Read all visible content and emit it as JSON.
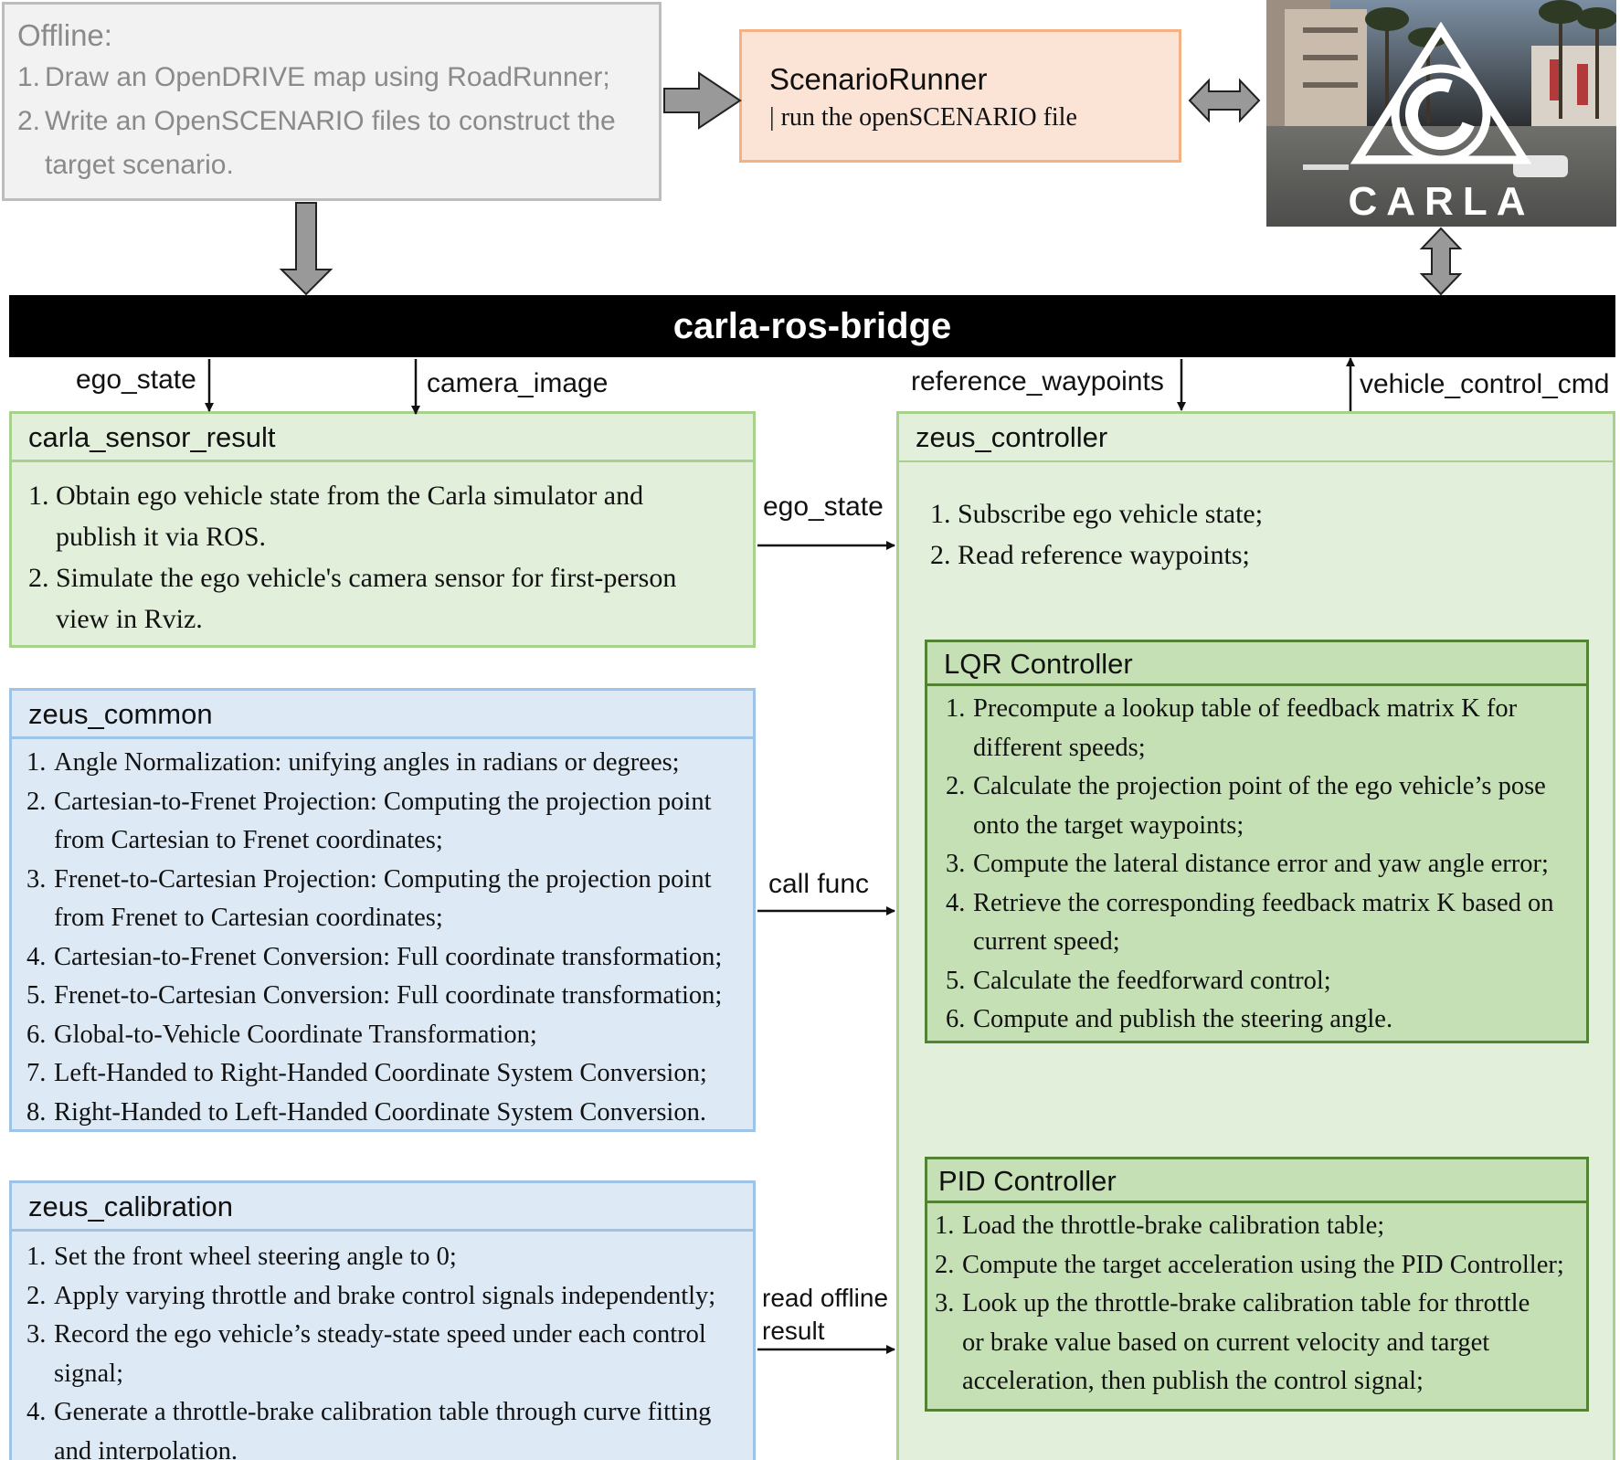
{
  "offline": {
    "title": "Offline:",
    "items": [
      {
        "num": "1.",
        "lines": [
          "Draw an OpenDRIVE map using RoadRunner;"
        ]
      },
      {
        "num": "2.",
        "lines": [
          "Write an OpenSCENARIO files to construct  the",
          "target scenario."
        ]
      }
    ]
  },
  "scenario_runner": {
    "title": "ScenarioRunner",
    "subtitle": "| run the openSCENARIO file"
  },
  "carla": {
    "logo_text": "CARLA"
  },
  "bridge": {
    "label": "carla-ros-bridge"
  },
  "topics": {
    "ego_state_top": "ego_state",
    "camera_image": "camera_image",
    "reference_waypoints": "reference_waypoints",
    "vehicle_control_cmd": "vehicle_control_cmd",
    "ego_state_mid": "ego_state",
    "call_func": "call func",
    "read_offline_result_1": "read offline",
    "read_offline_result_2": "result"
  },
  "sensor": {
    "title": "carla_sensor_result",
    "items": [
      {
        "num": "1.",
        "lines": [
          "Obtain ego vehicle state from the Carla simulator and",
          "publish it via ROS."
        ]
      },
      {
        "num": "2.",
        "lines": [
          "Simulate the ego vehicle's camera sensor for first-person",
          "view in Rviz."
        ]
      }
    ]
  },
  "common": {
    "title": "zeus_common",
    "items": [
      {
        "num": "1.",
        "lines": [
          "Angle Normalization: unifying angles in radians or degrees;"
        ]
      },
      {
        "num": "2.",
        "lines": [
          "Cartesian-to-Frenet Projection: Computing the projection point",
          "from Cartesian to Frenet coordinates;"
        ]
      },
      {
        "num": "3.",
        "lines": [
          "Frenet-to-Cartesian Projection: Computing the projection point",
          "from Frenet to Cartesian coordinates;"
        ]
      },
      {
        "num": "4.",
        "lines": [
          "Cartesian-to-Frenet Conversion: Full coordinate transformation;"
        ]
      },
      {
        "num": "5.",
        "lines": [
          "Frenet-to-Cartesian Conversion: Full coordinate transformation;"
        ]
      },
      {
        "num": "6.",
        "lines": [
          "Global-to-Vehicle Coordinate Transformation;"
        ]
      },
      {
        "num": "7.",
        "lines": [
          "Left-Handed to Right-Handed Coordinate System Conversion;"
        ]
      },
      {
        "num": "8.",
        "lines": [
          "Right-Handed to Left-Handed Coordinate System Conversion."
        ]
      }
    ]
  },
  "calibration": {
    "title": "zeus_calibration",
    "items": [
      {
        "num": "1.",
        "lines": [
          "Set the front wheel steering angle to 0;"
        ]
      },
      {
        "num": "2.",
        "lines": [
          "Apply varying throttle and brake control signals independently;"
        ]
      },
      {
        "num": "3.",
        "lines": [
          "Record the ego vehicle’s steady-state speed under each control",
          "signal;"
        ]
      },
      {
        "num": "4.",
        "lines": [
          "Generate a throttle-brake calibration table through curve fitting",
          "and interpolation."
        ]
      }
    ]
  },
  "controller": {
    "title": "zeus_controller",
    "items": [
      {
        "num": "1.",
        "lines": [
          "Subscribe ego vehicle state;"
        ]
      },
      {
        "num": "2.",
        "lines": [
          "Read reference waypoints;"
        ]
      }
    ]
  },
  "lqr": {
    "title": "LQR Controller",
    "items": [
      {
        "num": "1.",
        "lines": [
          "Precompute a lookup table of feedback matrix K for",
          "different speeds;"
        ]
      },
      {
        "num": "2.",
        "lines": [
          "Calculate the projection point of the ego vehicle’s pose",
          "onto the target waypoints;"
        ]
      },
      {
        "num": "3.",
        "lines": [
          "Compute the lateral distance error and yaw angle error;"
        ]
      },
      {
        "num": "4.",
        "lines": [
          "Retrieve the corresponding feedback matrix K based on",
          "current speed;"
        ]
      },
      {
        "num": "5.",
        "lines": [
          "Calculate the feedforward control;"
        ]
      },
      {
        "num": "6.",
        "lines": [
          "Compute and publish the steering angle."
        ]
      }
    ]
  },
  "pid": {
    "title": "PID Controller",
    "items": [
      {
        "num": "1.",
        "lines": [
          "Load the throttle-brake calibration table;"
        ]
      },
      {
        "num": "2.",
        "lines": [
          "Compute the target acceleration using the PID Controller;"
        ]
      },
      {
        "num": "3.",
        "lines": [
          "Look up the throttle-brake calibration table for throttle",
          "or brake value based on current velocity and target",
          "acceleration, then publish the control signal;"
        ]
      }
    ]
  },
  "colors": {
    "offline_bg": "#f2f2f2",
    "scenario_bg": "#fbe3d6",
    "scenario_border": "#f4b183",
    "green_bg": "#e2efda",
    "green_border": "#a9d18e",
    "blue_bg": "#dde9f5",
    "blue_border": "#9dc3e6",
    "inner_green_bg": "#c5e0b4",
    "inner_green_border": "#548235",
    "bridge_bg": "#000000",
    "block_arrow": "#999999"
  }
}
